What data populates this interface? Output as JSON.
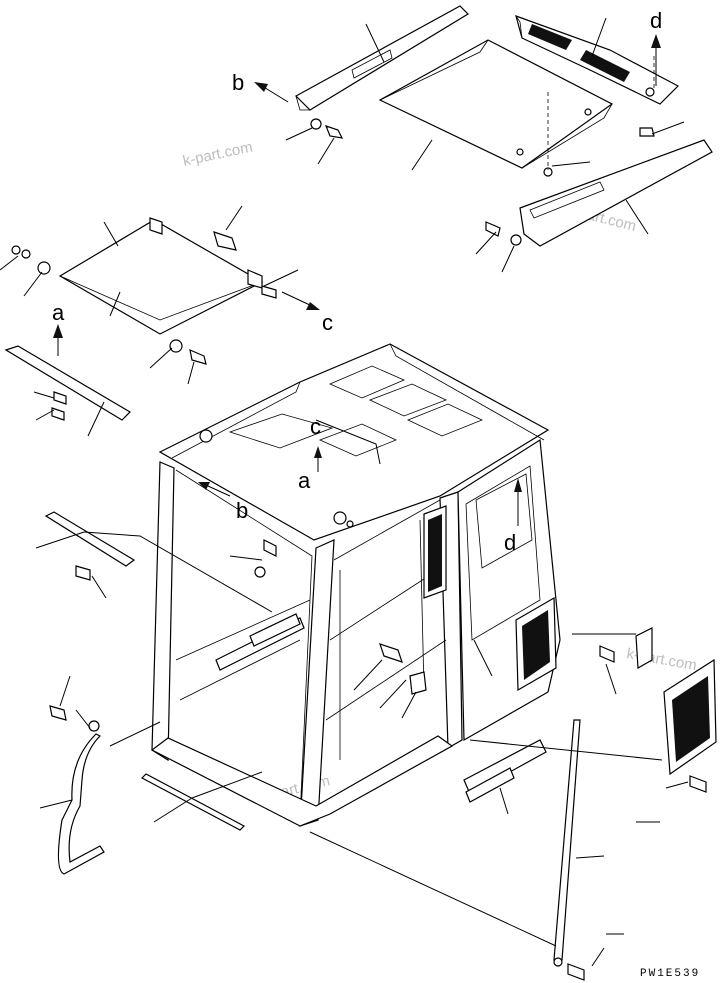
{
  "diagram": {
    "direction_labels": {
      "a_top": "a",
      "a_cab": "a",
      "b_top": "b",
      "b_cab": "b",
      "c_top": "c",
      "c_cab": "c",
      "d_top": "d",
      "d_cab": "d"
    },
    "watermarks": [
      "k-part.com",
      "k-part.com",
      "k-part.com",
      "k-part.com"
    ],
    "drawing_code": "PW1E539"
  }
}
